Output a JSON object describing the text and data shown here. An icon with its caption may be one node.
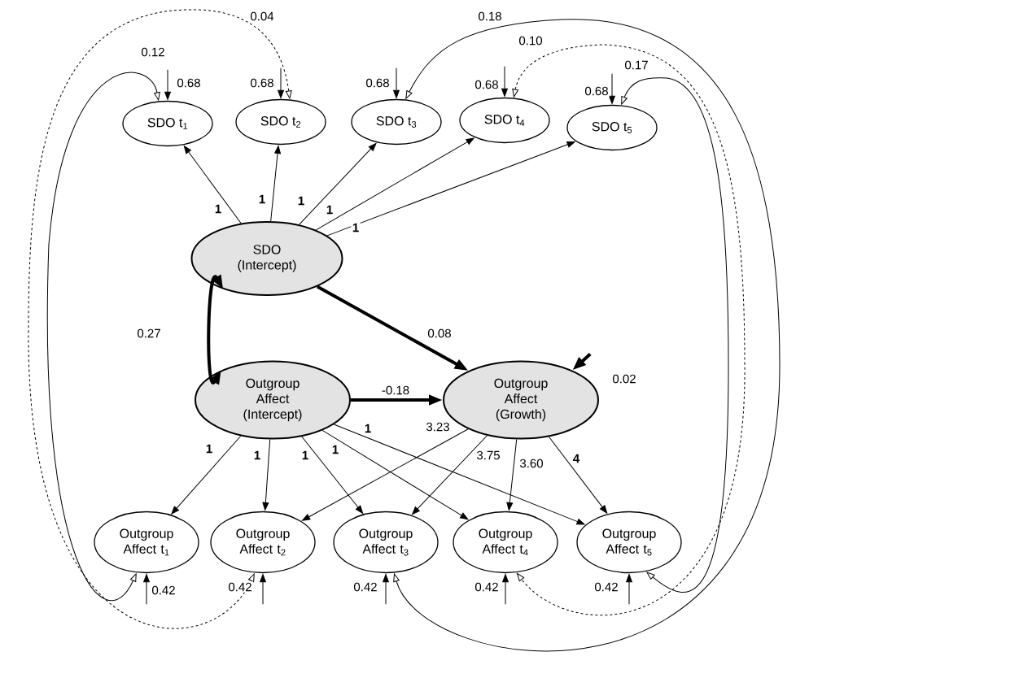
{
  "diagram": {
    "nodes": [
      {
        "text": [
          "SDO t$_{1}$"
        ]
      },
      {
        "text": [
          "SDO t$_{2}$"
        ]
      },
      {
        "text": [
          "SDO t$_{3}$"
        ]
      },
      {
        "text": [
          "SDO t$_{4}$"
        ]
      },
      {
        "text": [
          "SDO t$_{5}$"
        ]
      },
      {
        "text": [
          "SDO (Intercept)"
        ]
      },
      {
        "text": [
          "Outgroup Affect (Intercept)"
        ]
      },
      {
        "text": [
          "Outgroup Affect (Growth)"
        ]
      },
      {
        "text": [
          "Outgroup Affect t$_{1}$"
        ]
      },
      {
        "text": [
          "Outgroup Affect t$_{2}$"
        ]
      },
      {
        "text": [
          "Outgroup Affect t$_{3}$"
        ]
      },
      {
        "text": [
          "Outgroup Affect t$_{4}$"
        ]
      },
      {
        "text": [
          "Outgroup Affect t$_{5}$"
        ]
      }
    ],
    "edges": [
      {
        "from": 5,
        "to": 0,
        "arrow": "to",
        "label": "1"
      },
      {
        "from": 5,
        "to": 1,
        "arrow": "to",
        "label": "1"
      },
      {
        "from": 5,
        "to": 2,
        "arrow": "to",
        "label": "1"
      },
      {
        "from": 5,
        "to": 3,
        "arrow": "to",
        "label": "1"
      },
      {
        "from": 5,
        "to": 4,
        "arrow": "to",
        "label": "1"
      },
      {
        "from": 5,
        "to": 6,
        "arrow": "both",
        "label": "0.27",
        "style": "thick"
      },
      {
        "from": 5,
        "to": 7,
        "arrow": "to",
        "label": "0.08",
        "style": "thick"
      },
      {
        "from": 6,
        "to": 7,
        "arrow": "to",
        "label": "-0.18",
        "style": "thick"
      },
      {
        "from": 6,
        "to": 8,
        "arrow": "to",
        "label": "1"
      },
      {
        "from": 6,
        "to": 9,
        "arrow": "to",
        "label": "1"
      },
      {
        "from": 6,
        "to": 10,
        "arrow": "to",
        "label": "1"
      },
      {
        "from": 6,
        "to": 11,
        "arrow": "to",
        "label": "1"
      },
      {
        "from": 6,
        "to": 12,
        "arrow": "to",
        "label": "1"
      },
      {
        "from": 7,
        "to": 9,
        "arrow": "to",
        "label": "3.23"
      },
      {
        "from": 7,
        "to": 10,
        "arrow": "to",
        "label": "3.75"
      },
      {
        "from": 7,
        "to": 11,
        "arrow": "to",
        "label": "3.60"
      },
      {
        "from": 7,
        "to": 12,
        "arrow": "to",
        "label": "4"
      },
      {
        "from": null,
        "to": 7,
        "arrow": "to",
        "label": "0.02",
        "style": "thick"
      },
      {
        "from": null,
        "to": 0,
        "arrow": "to",
        "label": "0.68"
      },
      {
        "from": null,
        "to": 1,
        "arrow": "to",
        "label": "0.68"
      },
      {
        "from": null,
        "to": 2,
        "arrow": "to",
        "label": "0.68"
      },
      {
        "from": null,
        "to": 3,
        "arrow": "to",
        "label": "0.68"
      },
      {
        "from": null,
        "to": 4,
        "arrow": "to",
        "label": "0.68"
      },
      {
        "from": null,
        "to": 8,
        "arrow": "to",
        "label": "0.42"
      },
      {
        "from": null,
        "to": 9,
        "arrow": "to",
        "label": "0.42"
      },
      {
        "from": null,
        "to": 10,
        "arrow": "to",
        "label": "0.42"
      },
      {
        "from": null,
        "to": 11,
        "arrow": "to",
        "label": "0.42"
      },
      {
        "from": null,
        "to": 12,
        "arrow": "to",
        "label": "0.42"
      },
      {
        "from": 0,
        "to": 8,
        "arrow": "both",
        "label": "0.12"
      },
      {
        "from": 1,
        "to": 9,
        "arrow": "both",
        "label": "0.04",
        "style": "dashed"
      },
      {
        "from": 2,
        "to": 10,
        "arrow": "both",
        "label": "0.18"
      },
      {
        "from": 3,
        "to": 11,
        "arrow": "both",
        "label": "0.10",
        "style": "dashed"
      },
      {
        "from": 4,
        "to": 12,
        "arrow": "both",
        "label": "0.17"
      }
    ]
  }
}
